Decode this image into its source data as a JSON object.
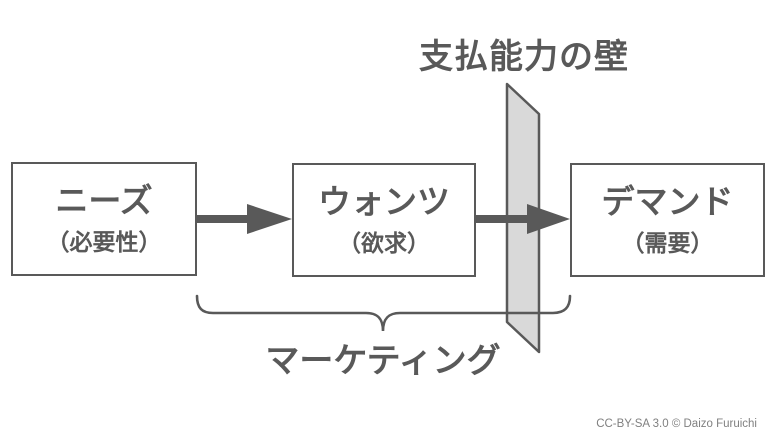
{
  "diagram": {
    "title": "支払能力の壁",
    "boxes": [
      {
        "label": "ニーズ",
        "sublabel": "（必要性）"
      },
      {
        "label": "ウォンツ",
        "sublabel": "（欲求）"
      },
      {
        "label": "デマンド",
        "sublabel": "（需要）"
      }
    ],
    "brace_label": "マーケティング",
    "credit": "CC-BY-SA 3.0 © Daizo Furuichi",
    "colors": {
      "line": "#595959",
      "wall_fill": "#d9d9d9",
      "box_fill": "#ffffff",
      "background": "#ffffff",
      "credit_text": "#808080"
    }
  }
}
